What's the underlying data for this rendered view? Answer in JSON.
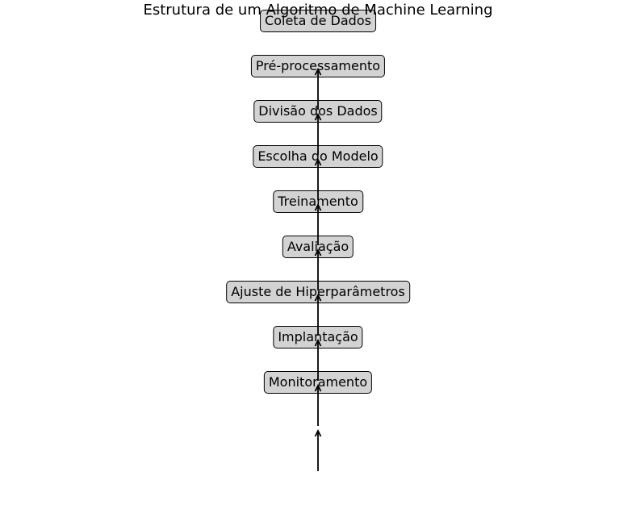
{
  "title": "Estrutura de um Algoritmo de Machine Learning",
  "steps": [
    {
      "label": "Coleta de Dados"
    },
    {
      "label": "Pré-processamento"
    },
    {
      "label": "Divisão dos Dados"
    },
    {
      "label": "Escolha do Modelo"
    },
    {
      "label": "Treinamento"
    },
    {
      "label": "Avaliação"
    },
    {
      "label": "Ajuste de Hiperparâmetros"
    },
    {
      "label": "Implantação"
    },
    {
      "label": "Monitoramento"
    }
  ],
  "colors": {
    "box_fill": "#d3d3d3",
    "box_border": "#000000",
    "arrow": "#000000"
  }
}
